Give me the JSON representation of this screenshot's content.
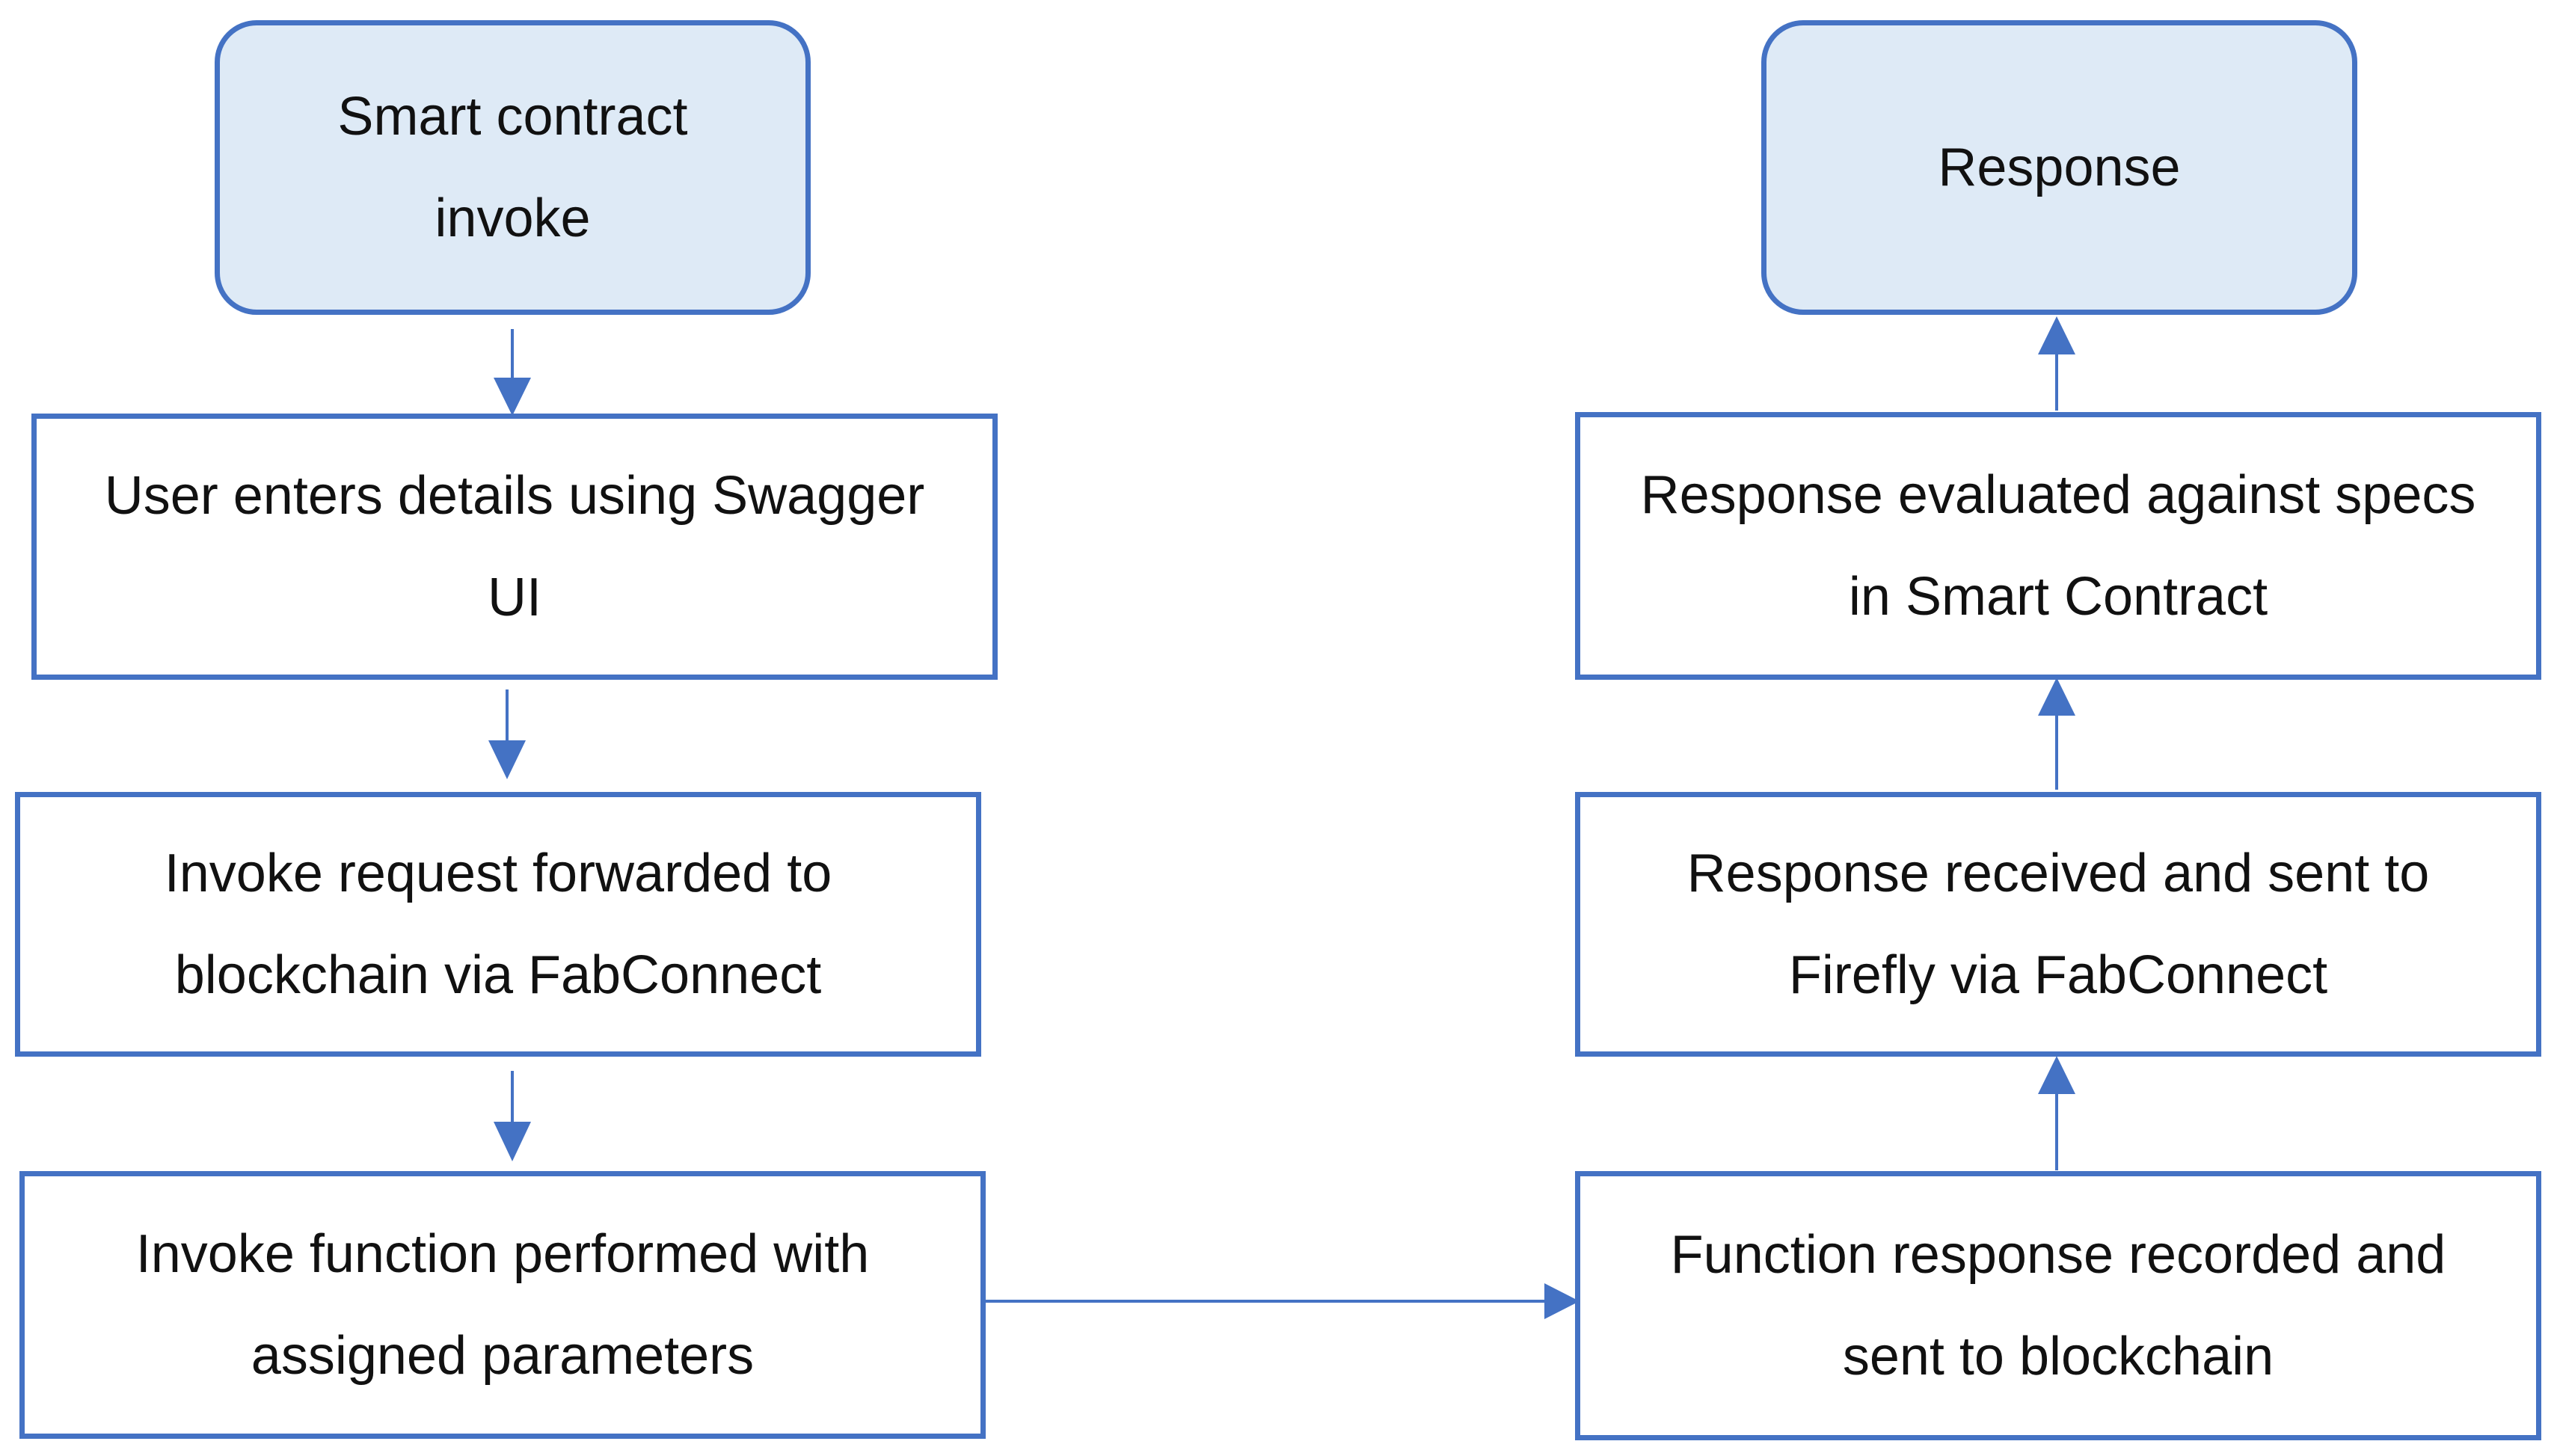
{
  "diagram": {
    "accent_color": "#4472c4",
    "start_fill": "#deeaf6",
    "nodes": {
      "start": {
        "label": "Smart contract\ninvoke"
      },
      "swagger": {
        "label": "User enters details using Swagger\nUI"
      },
      "forward": {
        "label": "Invoke request forwarded to\nblockchain via FabConnect"
      },
      "perform": {
        "label": "Invoke function performed with\nassigned parameters"
      },
      "record": {
        "label": "Function response recorded and\nsent to blockchain"
      },
      "received": {
        "label": "Response received and sent to\nFirefly via FabConnect"
      },
      "evaluated": {
        "label": "Response evaluated against specs\nin Smart Contract"
      },
      "response": {
        "label": "Response"
      }
    },
    "edges": [
      {
        "from": "start",
        "to": "swagger"
      },
      {
        "from": "swagger",
        "to": "forward"
      },
      {
        "from": "forward",
        "to": "perform"
      },
      {
        "from": "perform",
        "to": "record"
      },
      {
        "from": "record",
        "to": "received"
      },
      {
        "from": "received",
        "to": "evaluated"
      },
      {
        "from": "evaluated",
        "to": "response"
      }
    ]
  }
}
